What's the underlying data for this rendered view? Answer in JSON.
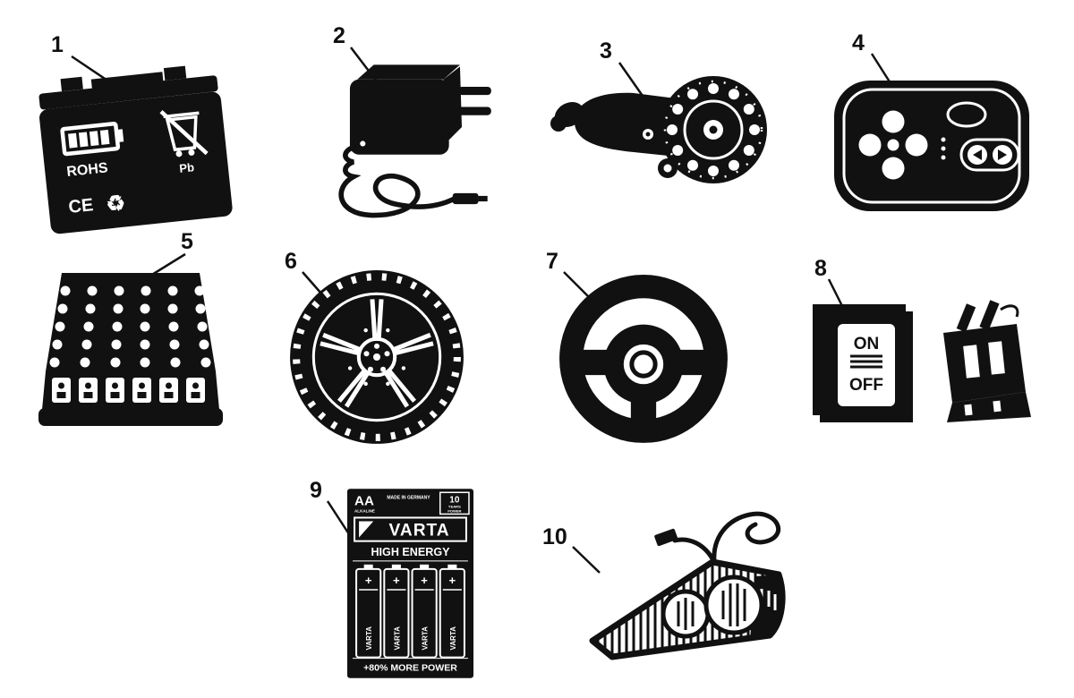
{
  "figure": {
    "background": "#ffffff",
    "ink": "#111111"
  },
  "callouts": [
    {
      "number": "1"
    },
    {
      "number": "2"
    },
    {
      "number": "3"
    },
    {
      "number": "4"
    },
    {
      "number": "5"
    },
    {
      "number": "6"
    },
    {
      "number": "7"
    },
    {
      "number": "8"
    },
    {
      "number": "9"
    },
    {
      "number": "10"
    }
  ],
  "battery": {
    "rohs": "ROHS",
    "ce": "CE",
    "pb": "Pb",
    "recycle": "♻"
  },
  "switch": {
    "on": "ON",
    "off": "OFF"
  },
  "battery_pack": {
    "size": "AA",
    "alkaline": "ALKALINE",
    "made_in": "MADE IN GERMANY",
    "badge_10": "10",
    "badge_years": "YEARS",
    "badge_power": "POWER",
    "brand": "VARTA",
    "high_energy": "HIGH ENERGY",
    "plus": "+",
    "more_power": "+80% MORE POWER"
  }
}
